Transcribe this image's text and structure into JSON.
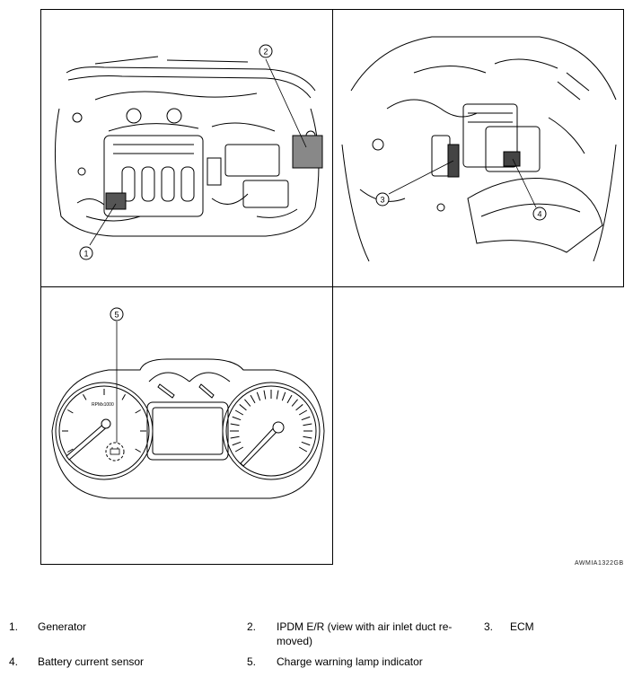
{
  "figure": {
    "code": "AWMIA1322GB",
    "callouts": [
      "1",
      "2",
      "3",
      "4",
      "5"
    ],
    "gauge_label": "RPMx1000"
  },
  "legend": [
    {
      "num": "1.",
      "text": "Generator"
    },
    {
      "num": "2.",
      "text": "IPDM E/R (view with air inlet duct re-",
      "text2": "moved)"
    },
    {
      "num": "3.",
      "text": "ECM"
    },
    {
      "num": "4.",
      "text": "Battery current sensor"
    },
    {
      "num": "5.",
      "text": "Charge warning lamp indicator"
    }
  ]
}
